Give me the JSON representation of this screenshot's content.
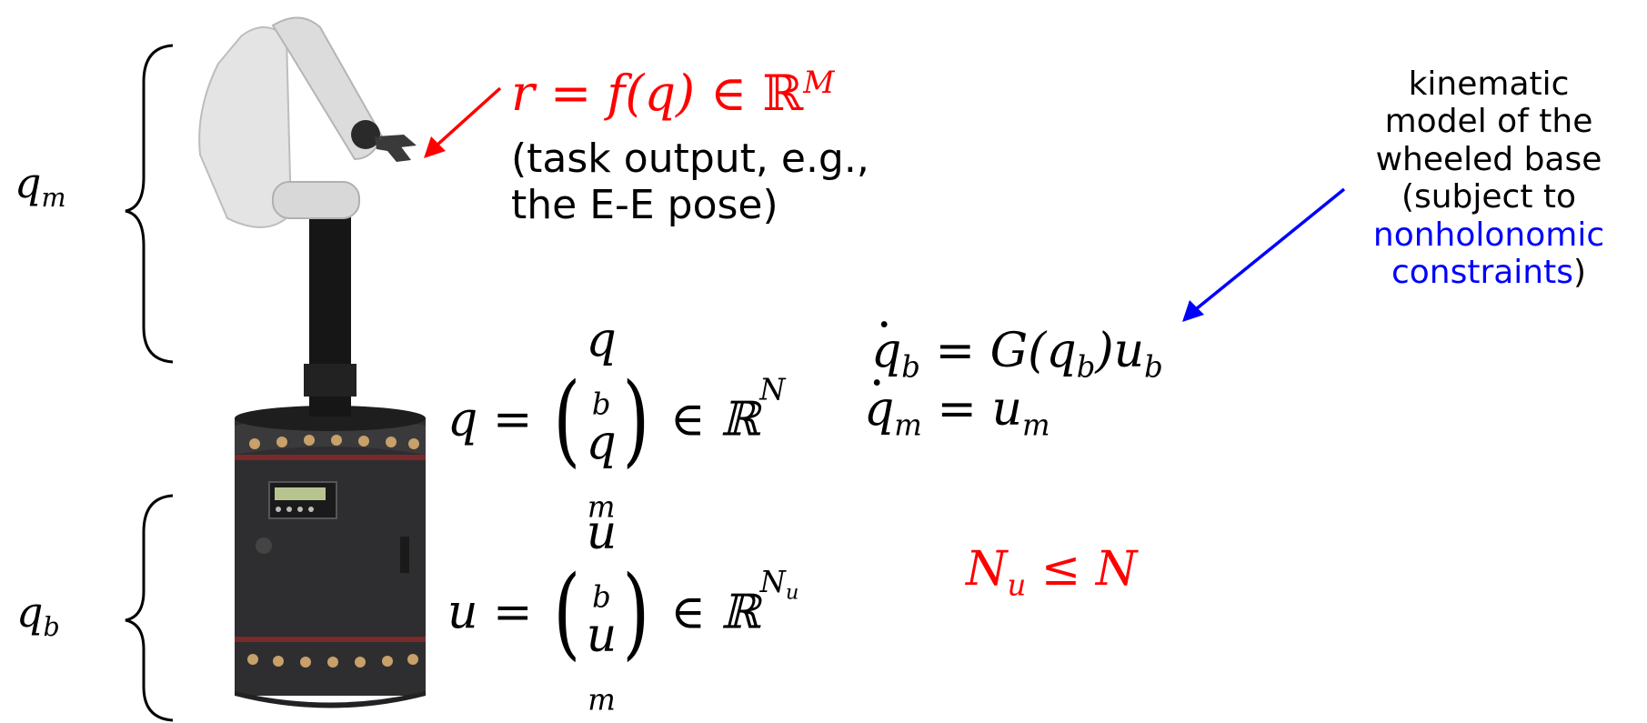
{
  "labels": {
    "qm": {
      "base": "q",
      "sub": "m"
    },
    "qb": {
      "base": "q",
      "sub": "b"
    }
  },
  "task_output": {
    "lhs": "r = f(q) ∈ ",
    "set": "ℝ",
    "sup": "M",
    "caption_line1": "(task output, e.g.,",
    "caption_line2": "the E-E pose)"
  },
  "config_eq": {
    "lhs": "q = ",
    "top": "q",
    "top_sub": "b",
    "bottom": "q",
    "bottom_sub": "m",
    "rhs": " ∈ ℝ",
    "sup": "N"
  },
  "kinematics_eq": {
    "line1_lhs": "q",
    "line1_lhs_sub": "b",
    "line1_rhs": " = G(q",
    "line1_rhs_sub1": "b",
    "line1_rhs_mid": ")u",
    "line1_rhs_sub2": "b",
    "line2_lhs": "q",
    "line2_lhs_sub": "m",
    "line2_rhs": " = u",
    "line2_rhs_sub": "m"
  },
  "input_eq": {
    "lhs": "u = ",
    "top": "u",
    "top_sub": "b",
    "bottom": "u",
    "bottom_sub": "m",
    "rhs": " ∈ ℝ",
    "sup": "N",
    "sup_sub": "u"
  },
  "inequality": {
    "lhs": "N",
    "lhs_sub": "u",
    "rhs": " ≤ N"
  },
  "note": {
    "line1": "kinematic",
    "line2": "model of the",
    "line3": "wheeled base",
    "line4": "(subject to",
    "line5": "nonholonomic",
    "line6": "constraints",
    "line6_end": ")"
  },
  "colors": {
    "red": "#ff0000",
    "blue": "#0000ff",
    "robot_arm": "#e4e4e4",
    "robot_body": "#2e2e30"
  }
}
